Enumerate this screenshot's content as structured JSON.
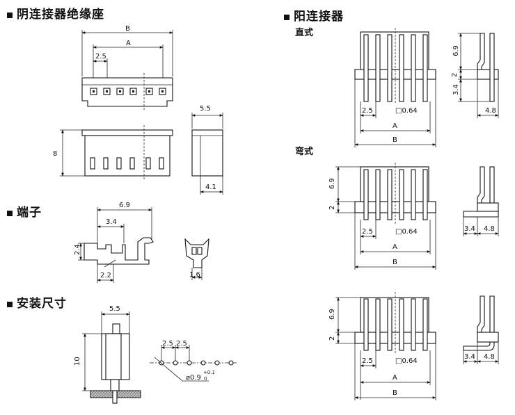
{
  "headings": {
    "female_housing": "阴连接器绝缘座",
    "terminal": "端子",
    "mounting": "安装尺寸",
    "male_connector": "阳连接器",
    "straight": "直式",
    "bent": "弯式"
  },
  "dims": {
    "B": "B",
    "A": "A",
    "pitch": "2.5",
    "height_8": "8",
    "width_5_5": "5.5",
    "w_4_1": "4.1",
    "t_6_9": "6.9",
    "t_3_4": "3.4",
    "t_2_4": "2.4",
    "t_2_2": "2.2",
    "t_1_6": "1.6",
    "m_5_5": "5.5",
    "m_10": "10",
    "m_pitch1": "2.5",
    "m_pitch2": "2.5",
    "m_hole": "⌀0.9",
    "m_tol": "+0.1",
    "m_tol0": "0",
    "p_6_9": "6.9",
    "p_2": "2",
    "p_3_4": "3.4",
    "p_4_8": "4.8",
    "pin_sq": "□0.64"
  }
}
